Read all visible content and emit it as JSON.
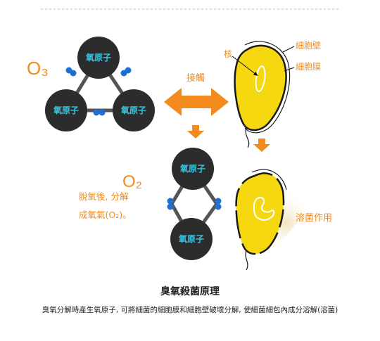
{
  "diagram": {
    "atom_label": "氧原子",
    "o3_label": "O₃",
    "o2_label": "O₂",
    "contact_label": "接觸",
    "nucleus_label": "核",
    "cell_wall_label": "細胞壁",
    "cell_membrane_label": "細胞膜",
    "decompose_line1": "脫氧後, 分解",
    "decompose_line2": "成氧氣(O₂)。",
    "lysis_label": "溶菌作用",
    "colors": {
      "accent": "#f28a1e",
      "atom": "#2c2c2c",
      "atom_text": "#35c8e6",
      "bond_node": "#1f6fd1",
      "cell": "#f5d80f",
      "cell_outline": "#1a1a1a"
    }
  },
  "footer": {
    "title": "臭氧殺菌原理",
    "description": "臭氧分解時產生氧原子, 可將細菌的細胞膜和細胞壁破壞分解, 使細菌細包內成分溶解(溶菌)"
  }
}
